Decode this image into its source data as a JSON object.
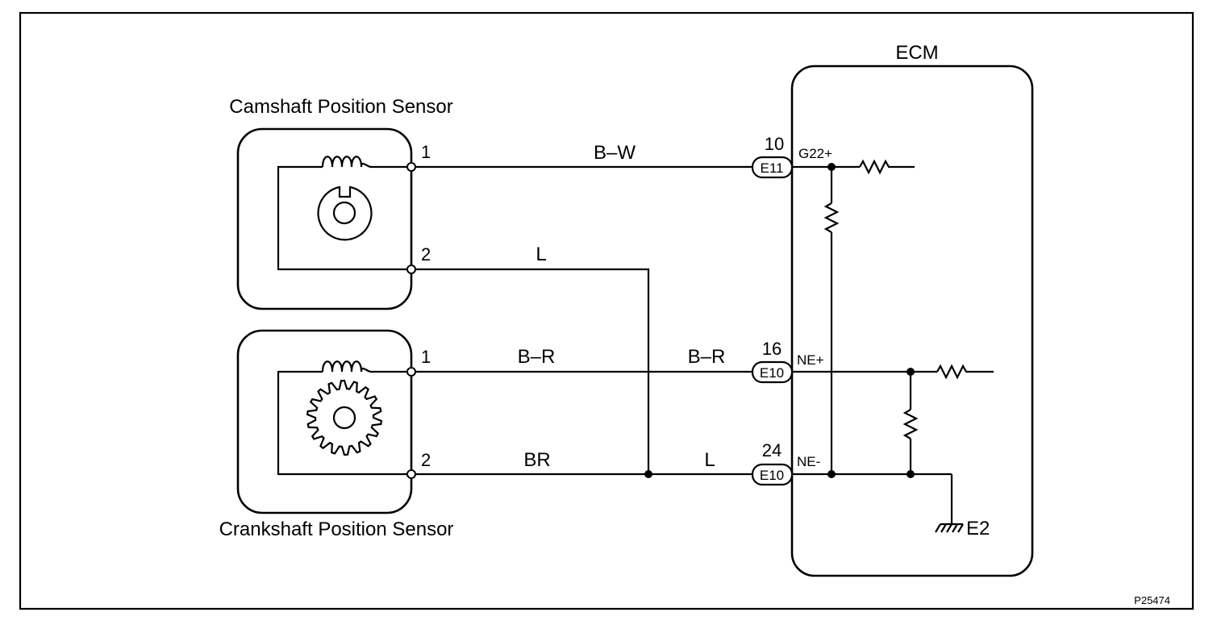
{
  "figure_code": "P25474",
  "cam_sensor": {
    "title": "Camshaft Position Sensor",
    "pin1": "1",
    "pin2": "2"
  },
  "crank_sensor": {
    "title": "Crankshaft Position Sensor",
    "pin1": "1",
    "pin2": "2"
  },
  "ecm": {
    "title": "ECM",
    "terminals": [
      {
        "pin": "10",
        "connector": "E11",
        "signal": "G22+"
      },
      {
        "pin": "16",
        "connector": "E10",
        "signal": "NE+"
      },
      {
        "pin": "24",
        "connector": "E10",
        "signal": "NE-"
      }
    ],
    "ground": "E2"
  },
  "wires": {
    "cam_pin1": "B–W",
    "cam_pin2": "L",
    "crank_pin1_left": "B–R",
    "crank_pin1_right": "B–R",
    "crank_pin2_left": "BR",
    "crank_pin2_right": "L"
  }
}
